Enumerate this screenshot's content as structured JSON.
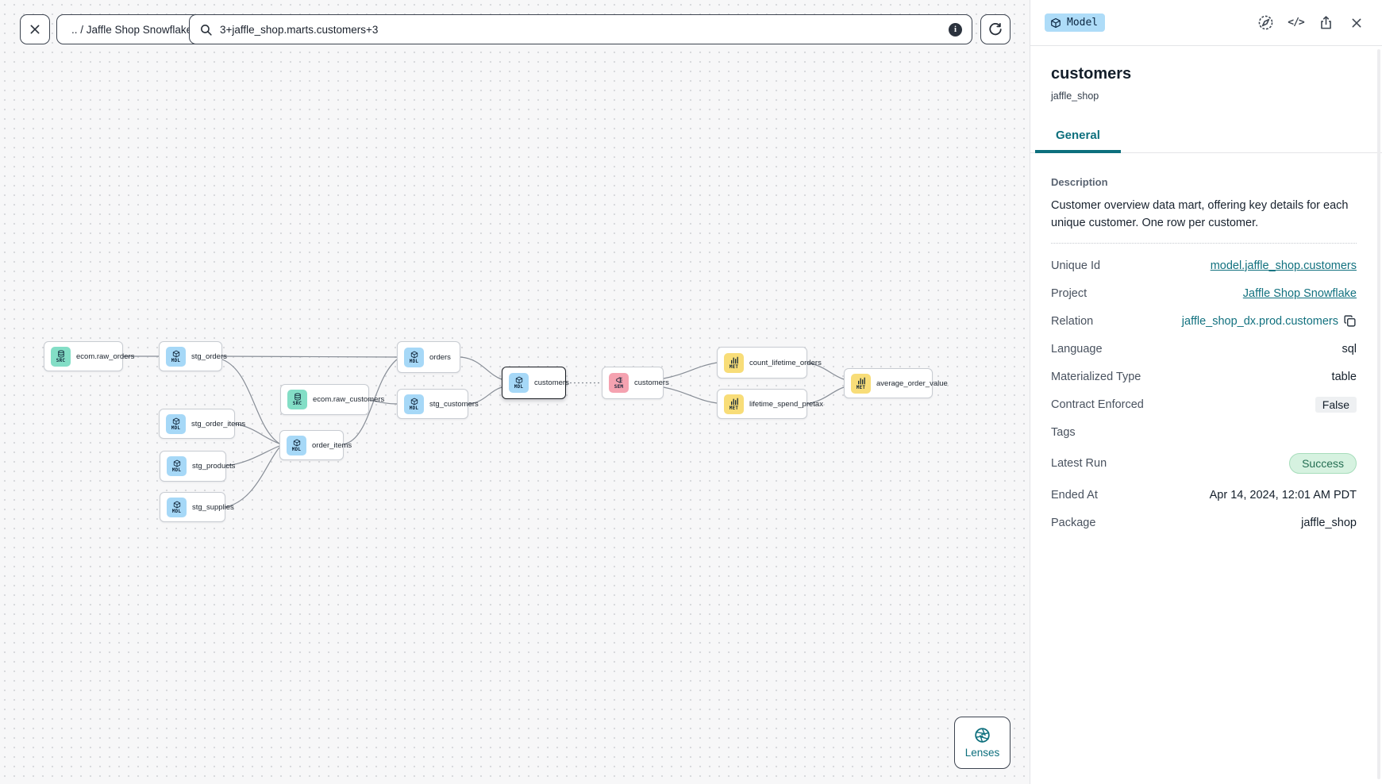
{
  "toolbar": {
    "breadcrumb": ".. / Jaffle Shop Snowflake",
    "search_value": "3+jaffle_shop.marts.customers+3"
  },
  "lenses_button": {
    "label": "Lenses"
  },
  "graph": {
    "nodes": [
      {
        "label": "ecom.raw_orders",
        "kind": "SRC"
      },
      {
        "label": "stg_orders",
        "kind": "MDL"
      },
      {
        "label": "ecom.raw_customers",
        "kind": "SRC"
      },
      {
        "label": "stg_order_items",
        "kind": "MDL"
      },
      {
        "label": "order_items",
        "kind": "MDL"
      },
      {
        "label": "stg_products",
        "kind": "MDL"
      },
      {
        "label": "stg_supplies",
        "kind": "MDL"
      },
      {
        "label": "orders",
        "kind": "MDL"
      },
      {
        "label": "stg_customers",
        "kind": "MDL"
      },
      {
        "label": "customers",
        "kind": "MDL"
      },
      {
        "label": "customers",
        "kind": "SEM"
      },
      {
        "label": "count_lifetime_orders",
        "kind": "MET"
      },
      {
        "label": "lifetime_spend_pretax",
        "kind": "MET"
      },
      {
        "label": "average_order_value",
        "kind": "MET"
      }
    ]
  },
  "panel": {
    "type_badge": "Model",
    "title": "customers",
    "subtitle": "jaffle_shop",
    "tabs": [
      {
        "label": "General"
      }
    ],
    "description": {
      "label": "Description",
      "text": "Customer overview data mart, offering key details for each unique customer. One row per customer."
    },
    "fields": [
      {
        "label": "Unique Id",
        "value": "model.jaffle_shop.customers"
      },
      {
        "label": "Project",
        "value": "Jaffle Shop Snowflake"
      },
      {
        "label": "Relation",
        "value": "jaffle_shop_dx.prod.customers"
      },
      {
        "label": "Language",
        "value": "sql"
      },
      {
        "label": "Materialized Type",
        "value": "table"
      },
      {
        "label": "Contract Enforced",
        "value": "False"
      },
      {
        "label": "Tags",
        "value": ""
      },
      {
        "label": "Latest Run",
        "value": "Success"
      },
      {
        "label": "Ended At",
        "value": "Apr 14, 2024, 12:01 AM PDT"
      },
      {
        "label": "Package",
        "value": "jaffle_shop"
      }
    ]
  },
  "colors": {
    "accent_teal": "#0d6f7d",
    "source_badge": "#83dec6",
    "model_badge": "#a6d8f7",
    "semantic_badge": "#f5a2b0",
    "metric_badge": "#f8dd78",
    "type_badge_bg": "#aedcf8",
    "success_bg": "#d6f2e0",
    "success_text": "#246e52",
    "edge": "#878d96"
  }
}
